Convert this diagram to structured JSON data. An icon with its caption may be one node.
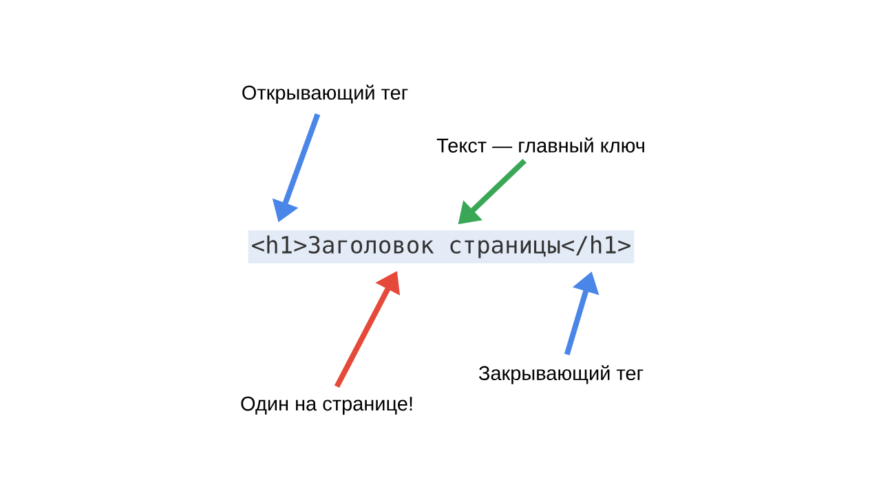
{
  "diagram": {
    "nodes": [
      {
        "text": [
          "Открывающий тег"
        ]
      },
      {
        "text": [
          "Текст — главный ключ"
        ]
      },
      {
        "text": [
          "<h1>Заголовок страницы</h1>"
        ]
      },
      {
        "text": [
          "Закрывающий тег"
        ]
      },
      {
        "text": [
          "Один на странице!"
        ]
      }
    ],
    "edges": [
      {
        "from": 0,
        "to": 2,
        "arrow": "to"
      },
      {
        "from": 1,
        "to": 2,
        "arrow": "to",
        "color": "#3aa757"
      },
      {
        "from": 4,
        "to": 2,
        "arrow": "to",
        "color": "#e5493a"
      },
      {
        "from": 3,
        "to": 2,
        "arrow": "to"
      }
    ]
  }
}
